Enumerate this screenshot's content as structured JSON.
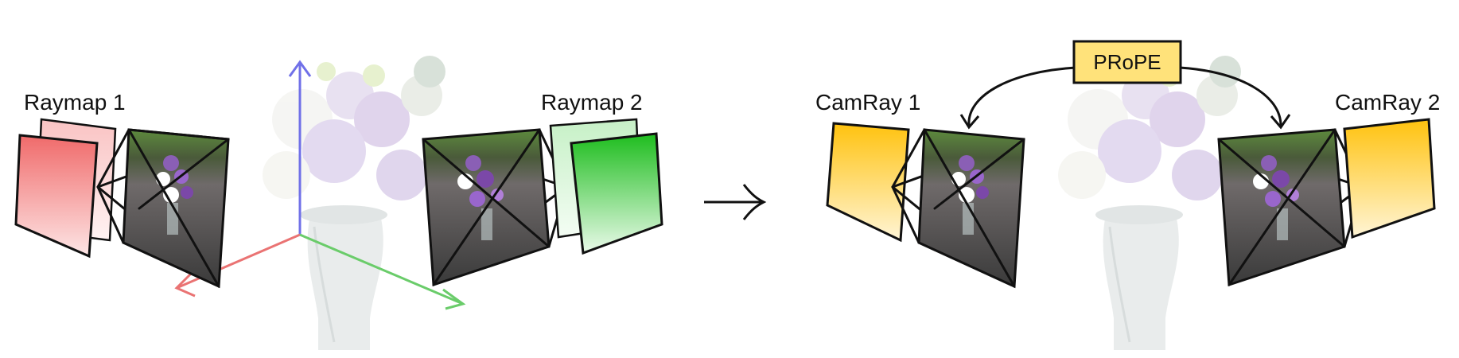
{
  "left_panel": {
    "raymap_1_label": "Raymap 1",
    "raymap_2_label": "Raymap 2"
  },
  "transition": {
    "arrow_glyph": "→"
  },
  "right_panel": {
    "camray_1_label": "CamRay 1",
    "camray_2_label": "CamRay 2",
    "prope_label": "PRoPE"
  },
  "colors": {
    "raymap_1": "#f07070",
    "raymap_2": "#22bb22",
    "camray": "#ffc61a",
    "prope_box": "#ffe27a",
    "axis_x": "#e87070",
    "axis_y": "#6a6ae8",
    "axis_z": "#66cc66"
  }
}
